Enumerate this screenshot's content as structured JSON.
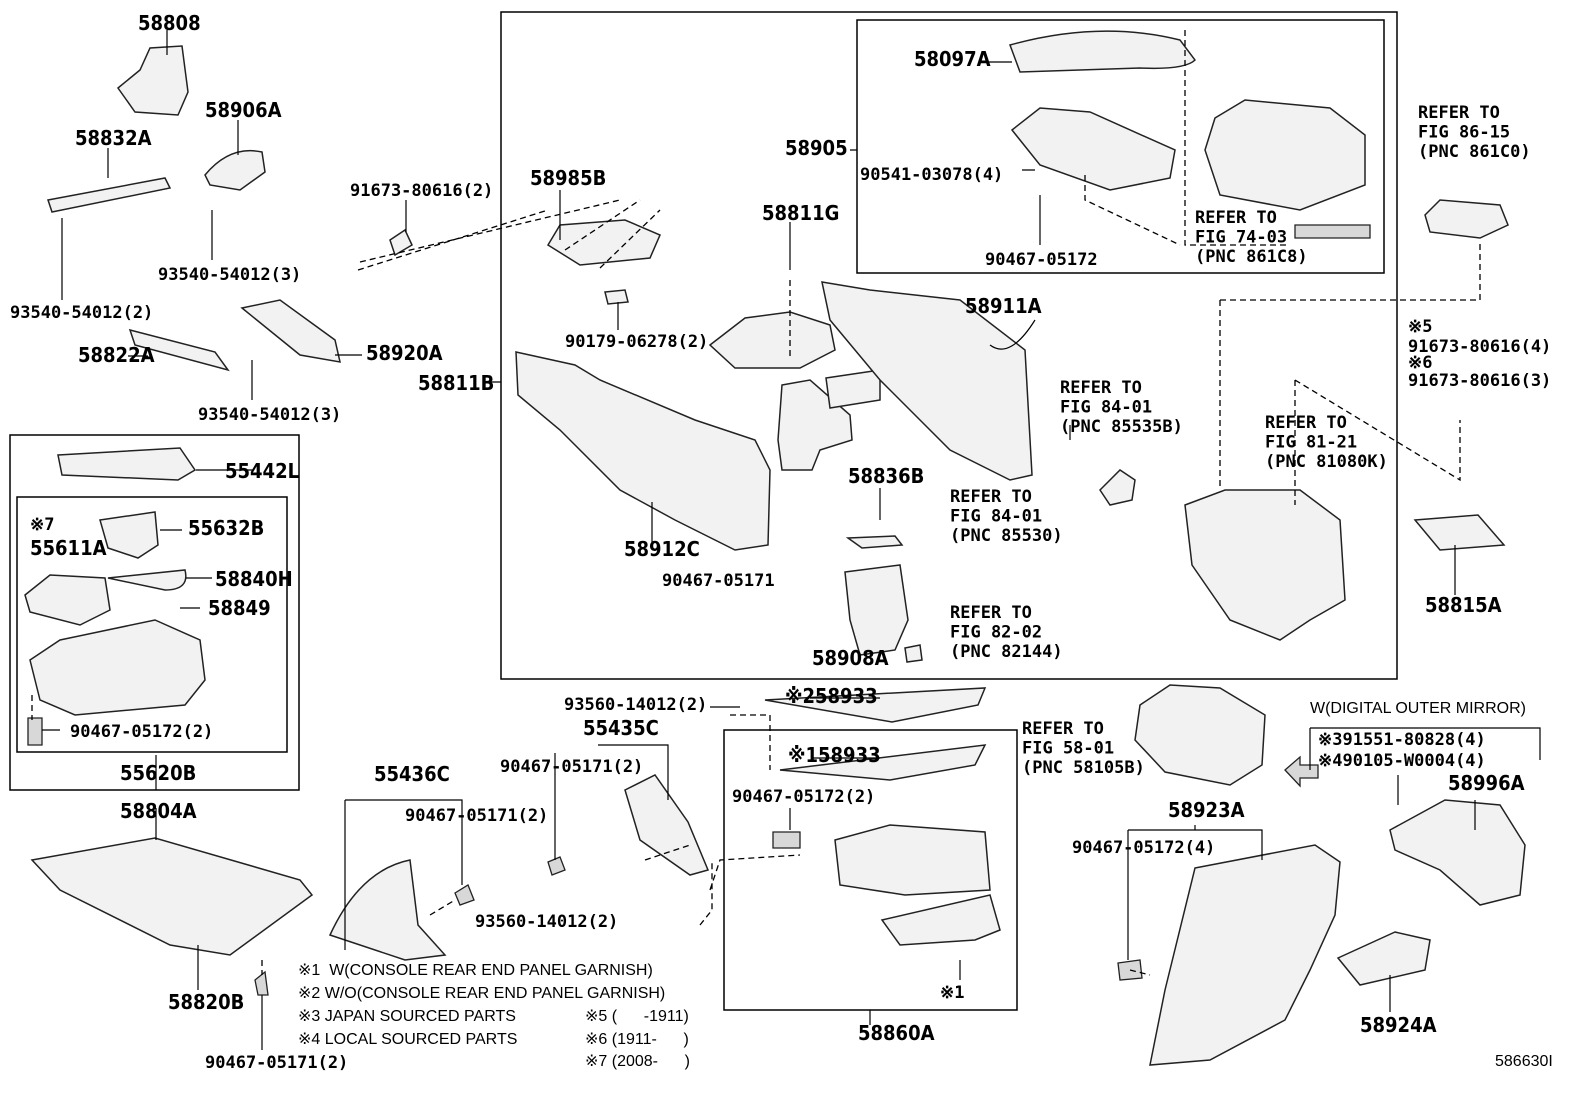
{
  "diagram_id": "586630I",
  "part_labels": [
    "58808",
    "58832A",
    "58906A",
    "93540-54012(2)",
    "93540-54012(3)",
    "91673-80616(2)",
    "58822A",
    "58920A",
    "93540-54012(3)",
    "58985B",
    "58811G",
    "90179-06278(2)",
    "58811B",
    "58097A",
    "58905",
    "90541-03078(4)",
    "90467-05172",
    "58911A",
    "58912C",
    "58836B",
    "90467-05171",
    "58908A",
    "58815A",
    "55442L",
    "55632B",
    "58840H",
    "58849",
    "90467-05172(2)",
    "55620B",
    "58804A",
    "58820B",
    "90467-05171(2)",
    "55436C",
    "90467-05171(2)",
    "93560-14012(2)",
    "55435C",
    "90467-05171(2)",
    "※258933",
    "※158933",
    "90467-05172(2)",
    "93560-14012(2)",
    "※1",
    "58860A",
    "58923A",
    "58996A",
    "90467-05172(4)",
    "58924A",
    "※7",
    "55611A",
    "※5",
    "91673-80616(4)",
    "※6",
    "91673-80616(3)",
    "※391551-80828(4)",
    "※490105-W0004(4)"
  ],
  "references": [
    [
      "REFER TO",
      "FIG 74-03",
      "(PNC 861C8)"
    ],
    [
      "REFER TO",
      "FIG 86-15",
      "(PNC 861C0)"
    ],
    [
      "REFER TO",
      "FIG 84-01",
      "(PNC 85535B)"
    ],
    [
      "REFER TO",
      "FIG 81-21",
      "(PNC 81080K)"
    ],
    [
      "REFER TO",
      "FIG 84-01",
      "(PNC 85530)"
    ],
    [
      "REFER TO",
      "FIG 82-02",
      "(PNC 82144)"
    ],
    [
      "REFER TO",
      "FIG 58-01",
      "(PNC 58105B)"
    ]
  ],
  "condition_label": "W(DIGITAL OUTER MIRROR)",
  "notes": [
    "※1  W(CONSOLE REAR END PANEL GARNISH)",
    "※2 W/O(CONSOLE REAR END PANEL GARNISH)",
    "※3 JAPAN SOURCED PARTS",
    "※4 LOCAL SOURCED PARTS",
    "※5 (      -1911)",
    "※6 (1911-      )",
    "※7 (2008-      )"
  ]
}
